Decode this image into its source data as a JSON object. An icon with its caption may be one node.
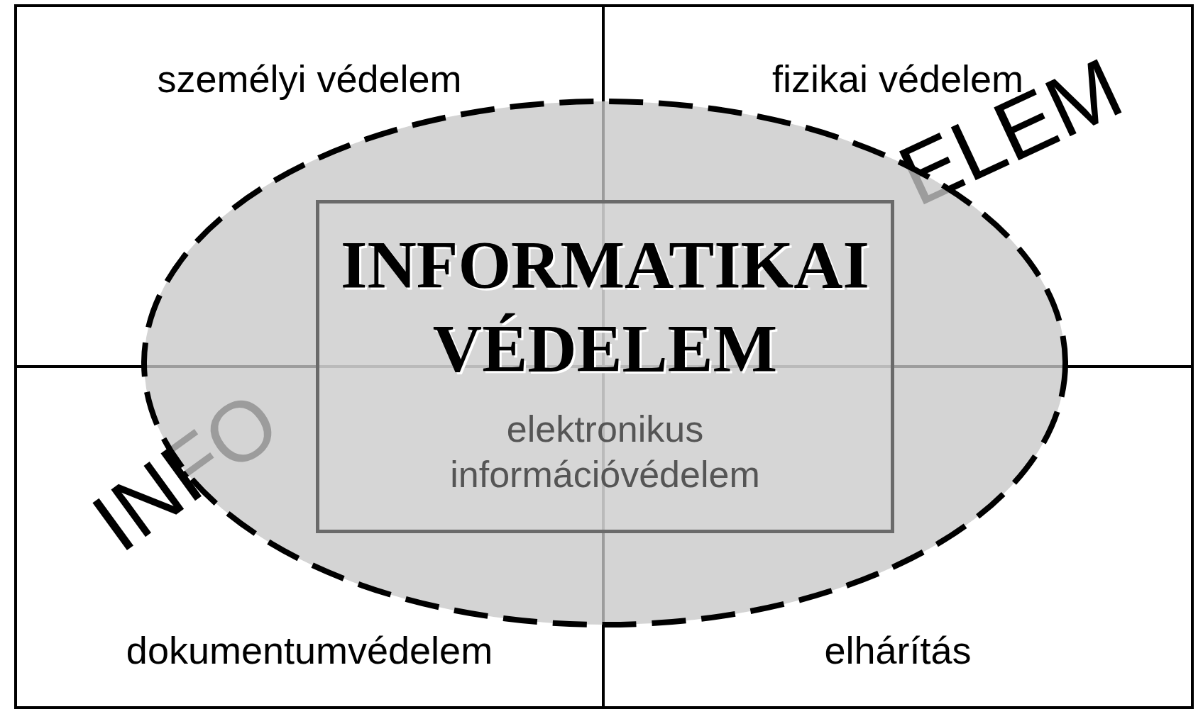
{
  "diagram": {
    "nodes": [
      {
        "text": [
          "személyi védelem"
        ]
      },
      {
        "text": [
          "fizikai védelem"
        ]
      },
      {
        "text": [
          "dokumentumvédelem"
        ]
      },
      {
        "text": [
          "elhárítás"
        ]
      },
      {
        "text": [],
        "shape": "ellipse"
      },
      {
        "text": [
          "INFORMATIKAI VÉDELEM",
          "elektronikus információvédelem"
        ],
        "in": 4
      }
    ],
    "labels": [
      "INFO",
      "ELEM"
    ]
  }
}
